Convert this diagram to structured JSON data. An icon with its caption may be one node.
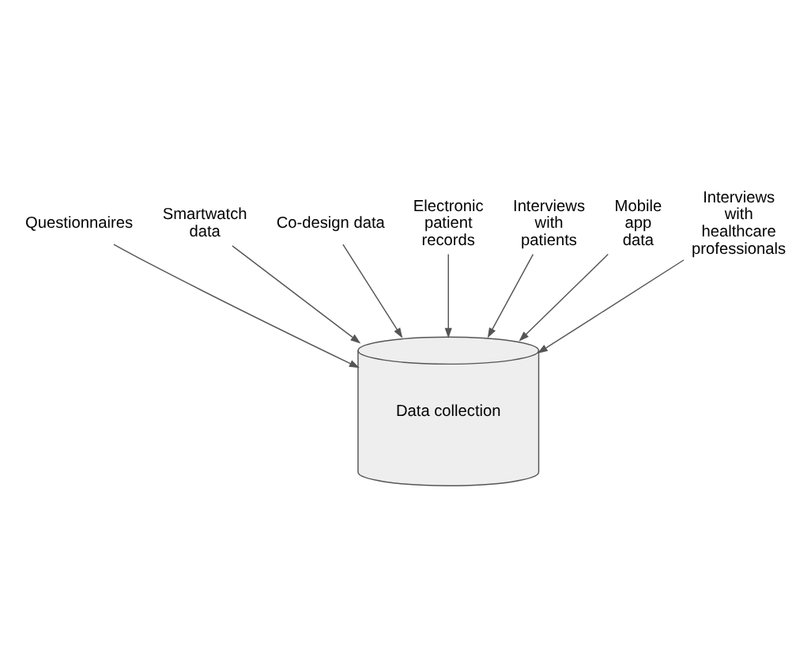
{
  "diagram": {
    "nodes": [
      {
        "text": [
          "Questionnaires"
        ]
      },
      {
        "text": [
          "Smartwatch data"
        ]
      },
      {
        "text": [
          "Co-design data"
        ]
      },
      {
        "text": [
          "Electronic patient records"
        ]
      },
      {
        "text": [
          "Interviews with patients"
        ]
      },
      {
        "text": [
          "Mobile app data"
        ]
      },
      {
        "text": [
          "Interviews with healthcare professionals"
        ]
      },
      {
        "text": [
          "Data collection"
        ]
      }
    ],
    "edges": [
      {
        "from": 0,
        "to": 7,
        "arrow": "to"
      },
      {
        "from": 1,
        "to": 7,
        "arrow": "to"
      },
      {
        "from": 2,
        "to": 7,
        "arrow": "to"
      },
      {
        "from": 3,
        "to": 7,
        "arrow": "to"
      },
      {
        "from": 4,
        "to": 7,
        "arrow": "to"
      },
      {
        "from": 5,
        "to": 7,
        "arrow": "to"
      },
      {
        "from": 6,
        "to": 7,
        "arrow": "to"
      }
    ]
  }
}
